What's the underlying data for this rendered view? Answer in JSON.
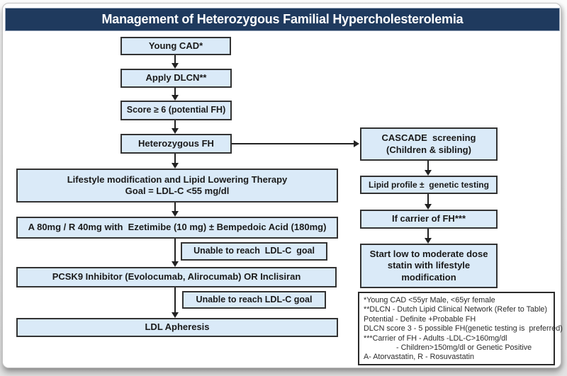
{
  "title": "Management of Heterozygous Familial Hypercholesterolemia",
  "nodes": {
    "young_cad": "Young CAD*",
    "apply_dlcn": "Apply DLCN**",
    "score": "Score ≥ 6 (potential FH)",
    "hetero_fh": "Heterozygous FH",
    "lifestyle_1": "Lifestyle modification and Lipid Lowering Therapy",
    "lifestyle_2": "Goal = LDL-C <55 mg/dl",
    "statin_combo": "A 80mg / R 40mg with  Ezetimibe (10 mg) ± Bempedoic Acid (180mg)",
    "unable_1": "Unable to reach  LDL-C  goal",
    "pcsk9": "PCSK9 Inhibitor (Evolocumab, Alirocumab) OR Inclisiran",
    "unable_2": "Unable to reach LDL-C goal",
    "apheresis": "LDL Apheresis",
    "cascade_1": "CASCADE  screening",
    "cascade_2": "(Children & sibling)",
    "lipid_profile": "Lipid profile ±  genetic testing",
    "carrier": "If carrier of FH***",
    "start_statin": "Start low to moderate dose statin with lifestyle modification"
  },
  "footnotes": [
    "*Young CAD <55yr Male, <65yr female",
    "**DLCN - Dutch Lipid Clinical Network (Refer to Table)",
    "Potential - Definite +Probable FH",
    "DLCN score 3 - 5 possible FH(genetic testing is  preferred)",
    "***Carrier of FH - Adults -LDL-C>160mg/dl",
    "- Children>150mg/dl or Genetic Positive",
    "A- Atorvastatin, R - Rosuvastatin"
  ],
  "colors": {
    "header_bg": "#1f3a5e",
    "header_text": "#ffffff",
    "node_fill": "#daeaf8",
    "node_border": "#333333",
    "arrow": "#222222",
    "text": "#1a1a1a"
  }
}
